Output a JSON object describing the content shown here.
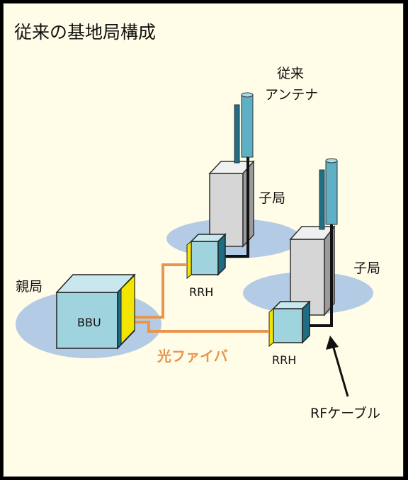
{
  "diagram": {
    "title": "従来の基地局構成",
    "parent_station_label": "親局",
    "bbu_label": "BBU",
    "child_station_1_label": "子局",
    "child_station_2_label": "子局",
    "rrh_1_label": "RRH",
    "rrh_2_label": "RRH",
    "antenna_label_line1": "従来",
    "antenna_label_line2": "アンテナ",
    "fiber_label": "光ファイバ",
    "rf_cable_label": "RFケーブル"
  },
  "colors": {
    "background": "#fffde8",
    "ellipse": "#b3cbe4",
    "box_face": "#9fd3de",
    "box_top": "#c8e8ee",
    "box_side": "#1e6d84",
    "yellow": "#f2e600",
    "fiber": "#e8954e",
    "building_front": "#d6d6d6",
    "building_top": "#f0f0f0",
    "building_side": "#9b9b9b"
  }
}
